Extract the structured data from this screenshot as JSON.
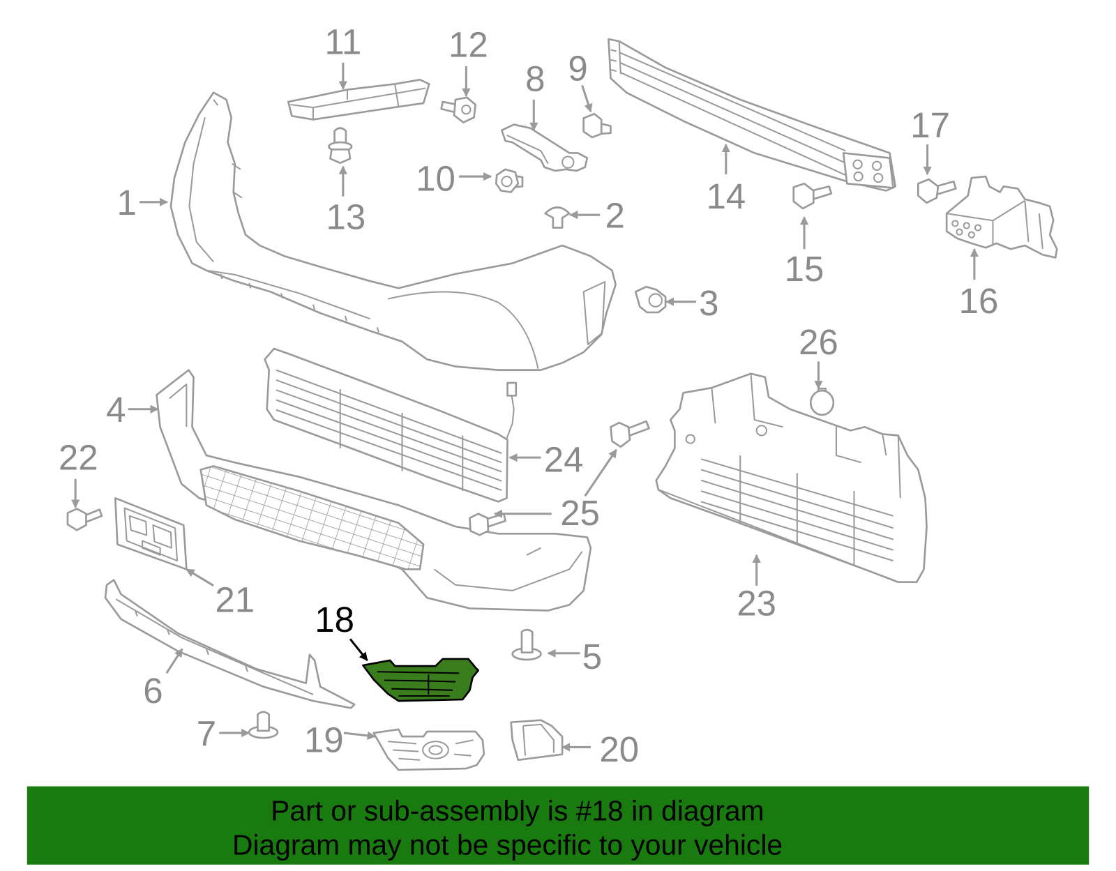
{
  "diagram": {
    "callouts": [
      "1",
      "2",
      "3",
      "4",
      "5",
      "6",
      "7",
      "8",
      "9",
      "10",
      "11",
      "12",
      "13",
      "14",
      "15",
      "16",
      "17",
      "18",
      "19",
      "20",
      "21",
      "22",
      "23",
      "24",
      "25",
      "26"
    ]
  },
  "banner": {
    "line1": "Part or sub-assembly is #18 in diagram",
    "line2": "Diagram may not be specific to your vehicle"
  },
  "colors": {
    "line": "#9a9a9a",
    "label": "#8a8a8a",
    "highlight_fill": "#3a7d1c",
    "highlight_label": "#000000",
    "banner": "#197a10",
    "banner_text": "#000000",
    "background": "#ffffff"
  }
}
